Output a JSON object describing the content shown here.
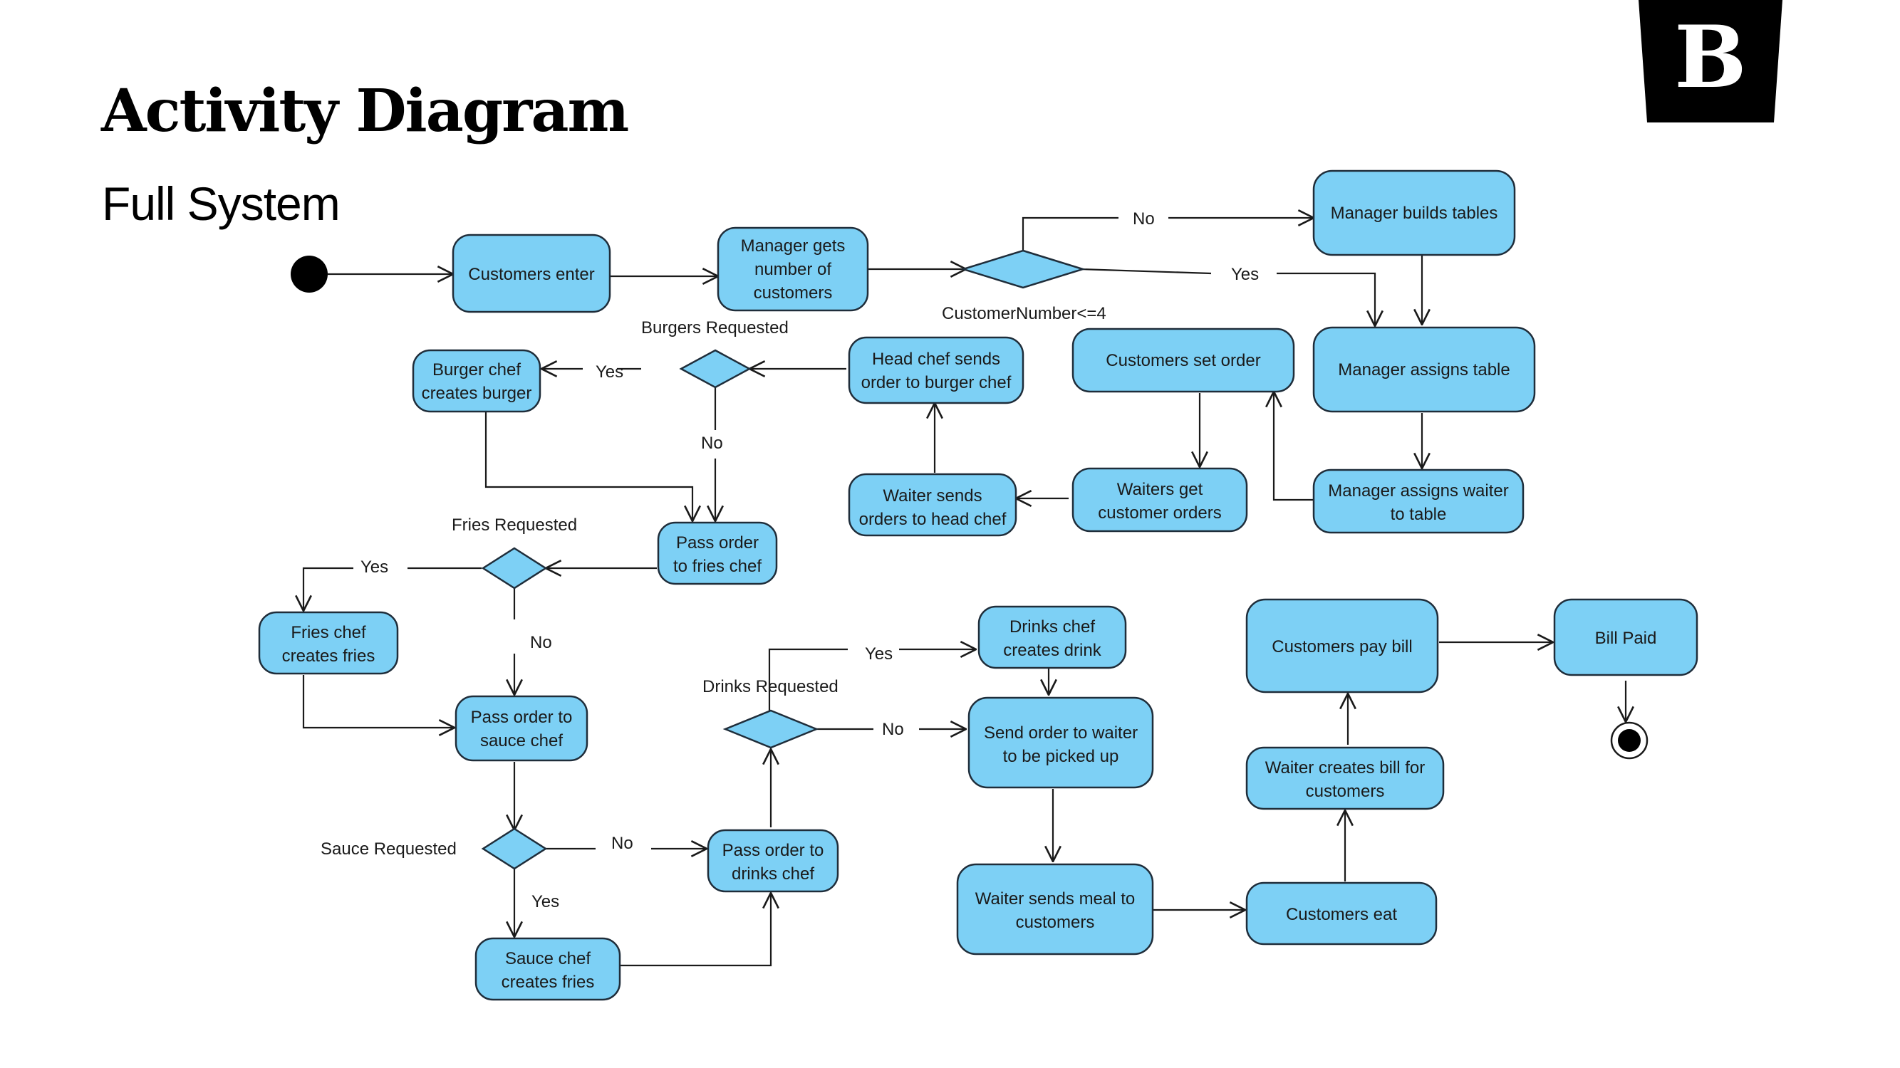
{
  "header": {
    "title": "Activity Diagram",
    "subtitle": "Full System",
    "logo_letter": "B"
  },
  "colors": {
    "node_fill": "#7dd0f5",
    "node_stroke": "#1f2d3a",
    "text": "#1a1a1a",
    "logo_bg": "#000000"
  },
  "nodes": {
    "customers_enter": [
      "Customers enter"
    ],
    "manager_gets_number": [
      "Manager gets",
      "number of",
      "customers"
    ],
    "manager_builds_tables": [
      "Manager builds tables"
    ],
    "manager_assigns_table": [
      "Manager assigns table"
    ],
    "manager_assigns_waiter": [
      "Manager assigns waiter",
      "to table"
    ],
    "customers_set_order": [
      "Customers set order"
    ],
    "waiters_get_orders": [
      "Waiters get",
      "customer orders"
    ],
    "waiter_sends_head_chef": [
      "Waiter sends",
      "orders to head chef"
    ],
    "head_chef_sends": [
      "Head chef sends",
      "order to burger chef"
    ],
    "burger_chef_creates": [
      "Burger chef",
      "creates burger"
    ],
    "pass_fries_chef": [
      "Pass order",
      "to fries chef"
    ],
    "fries_chef_creates": [
      "Fries chef",
      "creates fries"
    ],
    "pass_sauce_chef": [
      "Pass order to",
      "sauce chef"
    ],
    "sauce_chef_creates": [
      "Sauce chef",
      "creates fries"
    ],
    "pass_drinks_chef": [
      "Pass order to",
      "drinks chef"
    ],
    "drinks_chef_creates": [
      "Drinks chef",
      "creates drink"
    ],
    "send_order_waiter": [
      "Send order to waiter",
      "to be picked up"
    ],
    "waiter_sends_meal": [
      "Waiter sends meal to",
      "customers"
    ],
    "customers_eat": [
      "Customers eat"
    ],
    "waiter_creates_bill": [
      "Waiter creates bill for",
      "customers"
    ],
    "customers_pay_bill": [
      "Customers pay bill"
    ],
    "bill_paid": [
      "Bill Paid"
    ]
  },
  "labels": {
    "no_builds": "No",
    "yes_assign": "Yes",
    "customer_number": "CustomerNumber<=4",
    "burgers_requested": "Burgers Requested",
    "yes_burger": "Yes",
    "no_burger": "No",
    "fries_requested": "Fries Requested",
    "yes_fries": "Yes",
    "no_fries": "No",
    "sauce_requested": "Sauce Requested",
    "no_sauce": "No",
    "yes_sauce": "Yes",
    "drinks_requested": "Drinks Requested",
    "yes_drinks": "Yes",
    "no_drinks": "No"
  }
}
